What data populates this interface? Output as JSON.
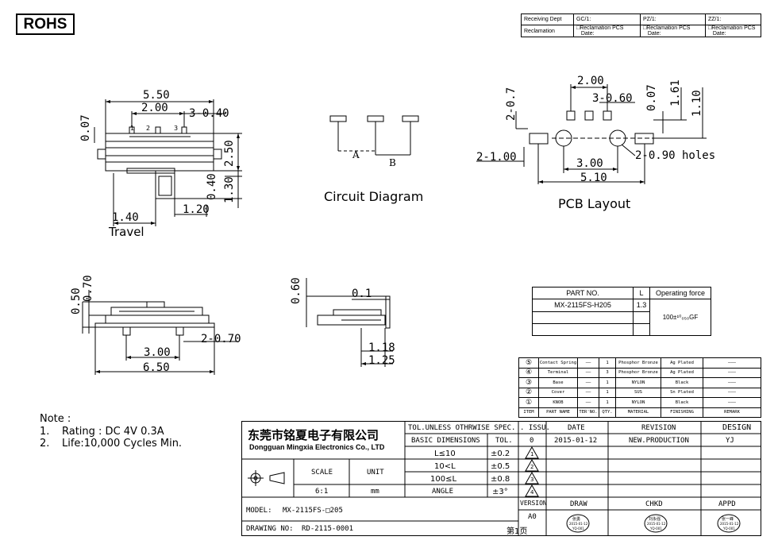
{
  "header": {
    "rohs": "ROHS",
    "receiving_dept": "Receiving Dept",
    "reclamation": "Reclamation",
    "gc": "GC/1:",
    "pz": "PZ/1:",
    "zz": "ZZ/1:",
    "reclamation_pcs": "□Reclamation  PCS",
    "date": "Date:"
  },
  "drawing": {
    "dim_550": "5.50",
    "dim_200": "2.00",
    "dim_3_040": "3-0.40",
    "dim_007": "0.07",
    "dim_250": "2.50",
    "dim_040": "0.40",
    "dim_130": "1.30",
    "dim_140": "1.40",
    "dim_120": "1.20",
    "pin1": "1",
    "pin2": "2",
    "pin3": "3",
    "travel": "Travel",
    "circuit_caption": "Circuit Diagram",
    "circuit_a": "A",
    "circuit_b": "B",
    "pcb_200": "2.00",
    "pcb_3_060": "3-0.60",
    "pcb_2_07": "2-0.7",
    "pcb_007": "0.07",
    "pcb_161": "1.61",
    "pcb_110": "1.10",
    "pcb_2_100": "2-1.00",
    "pcb_300": "3.00",
    "pcb_510": "5.10",
    "pcb_holes": "2-0.90 holes",
    "pcb_caption": "PCB Layout",
    "side_050": "0.50",
    "side_070": "0.70",
    "side_300": "3.00",
    "side_650": "6.50",
    "side_2_070": "2-0.70",
    "end_060": "0.60",
    "end_01": "0.1",
    "end_118": "1.18",
    "end_125": "1.25"
  },
  "part": {
    "h_part_no": "PART NO.",
    "h_l": "L",
    "h_force": "Operating force",
    "part_no": "MX-2115FS-H205",
    "l": "1.3",
    "force": "100±¹⁰₀₅₀GF"
  },
  "bom": {
    "rows": [
      {
        "item": "⑤",
        "name": "Contact Spring",
        "ter": "——",
        "qty": "1",
        "mat": "Phosphor Bronze",
        "fin": "Ag Plated",
        "rem": "———"
      },
      {
        "item": "④",
        "name": "Terminal",
        "ter": "——",
        "qty": "3",
        "mat": "Phosphor Bronze",
        "fin": "Ag Plated",
        "rem": "———"
      },
      {
        "item": "③",
        "name": "Base",
        "ter": "——",
        "qty": "1",
        "mat": "NYLON",
        "fin": "Black",
        "rem": "———"
      },
      {
        "item": "②",
        "name": "Cover",
        "ter": "——",
        "qty": "1",
        "mat": "SUS",
        "fin": "Sn Plated",
        "rem": "———"
      },
      {
        "item": "①",
        "name": "KNOB",
        "ter": "——",
        "qty": "1",
        "mat": "NYLON",
        "fin": "Black",
        "rem": "———"
      }
    ],
    "h_item": "ITEM",
    "h_name": "PART NAME",
    "h_ter": "TER'NO.",
    "h_qty": "QTY.",
    "h_mat": "MATERIAL",
    "h_fin": "FINISHING",
    "h_rem": "REMARK"
  },
  "notes": {
    "title": "Note :",
    "n1_num": "1.",
    "n1": "Rating : DC 4V 0.3A",
    "n2_num": "2.",
    "n2": "Life:10,000 Cycles Min."
  },
  "title_block": {
    "company_cn": "东莞市铭夏电子有限公司",
    "company_en": "Dongguan Mingxia Electronics Co., LTD",
    "tol_spec": "TOL.UNLESS OTHRWISE SPEC.",
    "basic_dim": "BASIC DIMENSIONS",
    "tol": "TOL.",
    "r1": "L≤10",
    "r1v": "±0.2",
    "r2": "10<L",
    "r2v": "±0.5",
    "r3": "100≤L",
    "r3v": "±0.8",
    "r4": "ANGLE",
    "r4v": "±3°",
    "scale": "SCALE",
    "unit": "UNIT",
    "scale_v": "6:1",
    "unit_v": "mm",
    "issu": ". ISSU.",
    "date": "DATE",
    "revision": "REVISION",
    "design": "DESIGN",
    "issu_v": "0",
    "date_v": "2015-01-12",
    "revision_v": "NEW.PRODUCTION",
    "design_v": "YJ",
    "tri1": "1",
    "tri2": "2",
    "tri3": "3",
    "tri4": "4",
    "version": "VERSION",
    "version_v": "A0",
    "draw": "DRAW",
    "chkd": "CHKD",
    "appd": "APPD",
    "model_label": "MODEL:",
    "model_v": "MX-2115FS-□205",
    "drawing_label": "DRAWING NO:",
    "drawing_v": "RD-2115-0001",
    "page": "第1页",
    "stamp1_top": "张勇",
    "stamp1_mid": "2015-01-12",
    "stamp1_bot": "YQ-001",
    "stamp2_top": "刘永强",
    "stamp2_mid": "2015-01-12",
    "stamp2_bot": "YQ-001",
    "stamp3_top": "张一峰",
    "stamp3_mid": "2015-01-12",
    "stamp3_bot": "YQ-001"
  }
}
